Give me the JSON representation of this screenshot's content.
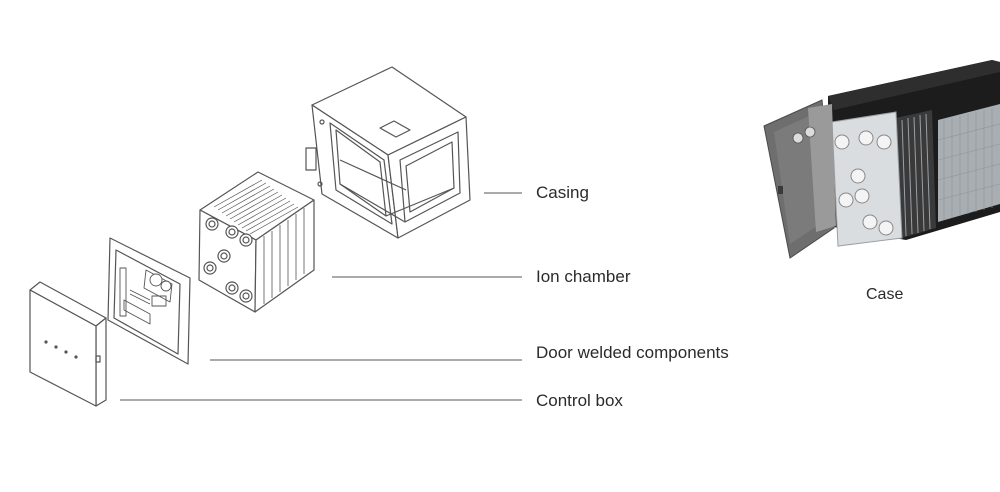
{
  "labels": {
    "casing": "Casing",
    "ion_chamber": "Ion chamber",
    "door_welded": "Door welded components",
    "control_box": "Control box",
    "case": "Case"
  },
  "colors": {
    "line": "#555555",
    "casing_dark": "#1c1c1c",
    "door_grey": "#6e6e6e",
    "panel_light": "#d9dde0"
  }
}
